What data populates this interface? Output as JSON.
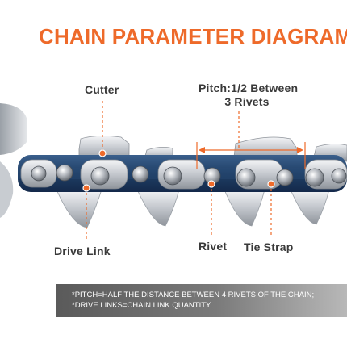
{
  "header": {
    "title": "CHAIN PARAMETER DIAGRAM"
  },
  "labels": {
    "cutter": "Cutter",
    "pitch_line1": "Pitch:1/2 Between",
    "pitch_line2": "3 Rivets",
    "drive_link": "Drive Link",
    "rivet": "Rivet",
    "tie_strap": "Tie Strap"
  },
  "notes": {
    "line1": "*PITCH=HALF THE DISTANCE BETWEEN 4 RIVETS OF THE CHAIN;",
    "line2": "*DRIVE LINKS=CHAIN LINK QUANTITY"
  },
  "colors": {
    "accent": "#ee6a2a",
    "chain_blue": "#1f3f66",
    "steel": "#c9ccd1",
    "note_bg": "#6a6a6a"
  }
}
